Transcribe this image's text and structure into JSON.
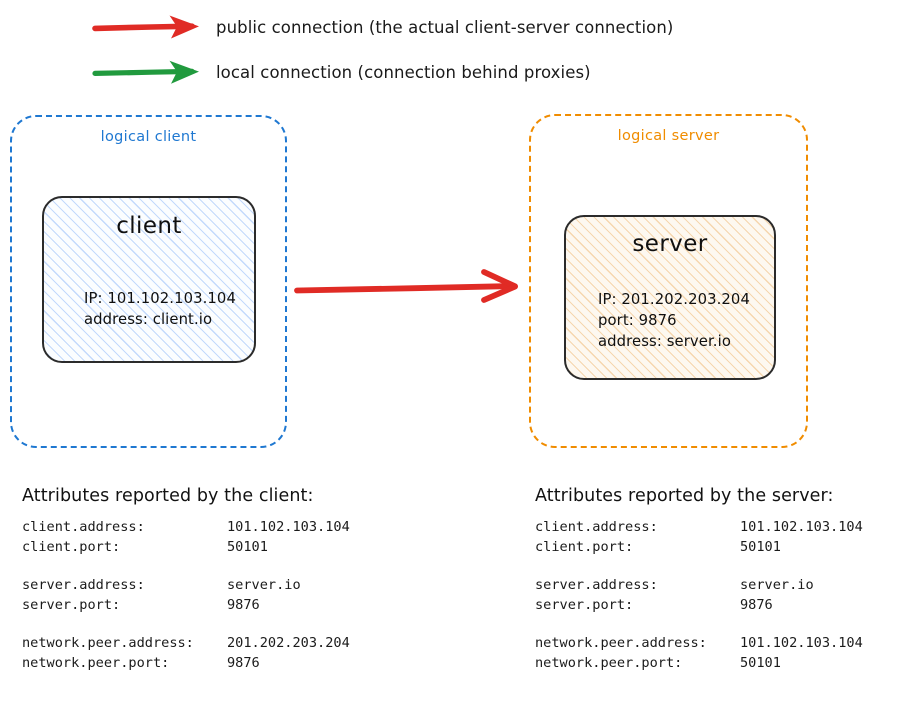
{
  "legend": {
    "items": [
      {
        "icon": "arrow-right-icon",
        "color": "#e02b25",
        "label": "public connection (the actual client-server connection)"
      },
      {
        "icon": "arrow-right-icon",
        "color": "#219a3e",
        "label": "local connection (connection behind proxies)"
      }
    ]
  },
  "diagram": {
    "connection_arrow": {
      "icon": "arrow-right-icon",
      "color": "#e02b25"
    },
    "client_group": {
      "title": "logical client",
      "color": "#1f78d1",
      "node": {
        "title": "client",
        "details": [
          "IP: 101.102.103.104",
          "address: client.io"
        ]
      }
    },
    "server_group": {
      "title": "logical server",
      "color": "#f08c00",
      "node": {
        "title": "server",
        "details": [
          "IP: 201.202.203.204",
          "port: 9876",
          "address: server.io"
        ]
      }
    }
  },
  "attributes": {
    "client_panel": {
      "heading": "Attributes reported by the client:",
      "groups": [
        {
          "rows": [
            {
              "key": "client.address:",
              "value": "101.102.103.104"
            },
            {
              "key": "client.port:",
              "value": "50101"
            }
          ]
        },
        {
          "rows": [
            {
              "key": "server.address:",
              "value": "server.io"
            },
            {
              "key": "server.port:",
              "value": "9876"
            }
          ]
        },
        {
          "rows": [
            {
              "key": "network.peer.address:",
              "value": "201.202.203.204"
            },
            {
              "key": "network.peer.port:",
              "value": "9876"
            }
          ]
        }
      ]
    },
    "server_panel": {
      "heading": "Attributes reported by the server:",
      "groups": [
        {
          "rows": [
            {
              "key": "client.address:",
              "value": "101.102.103.104"
            },
            {
              "key": "client.port:",
              "value": "50101"
            }
          ]
        },
        {
          "rows": [
            {
              "key": "server.address:",
              "value": "server.io"
            },
            {
              "key": "server.port:",
              "value": "9876"
            }
          ]
        },
        {
          "rows": [
            {
              "key": "network.peer.address:",
              "value": "101.102.103.104"
            },
            {
              "key": "network.peer.port:",
              "value": "50101"
            }
          ]
        }
      ]
    }
  }
}
